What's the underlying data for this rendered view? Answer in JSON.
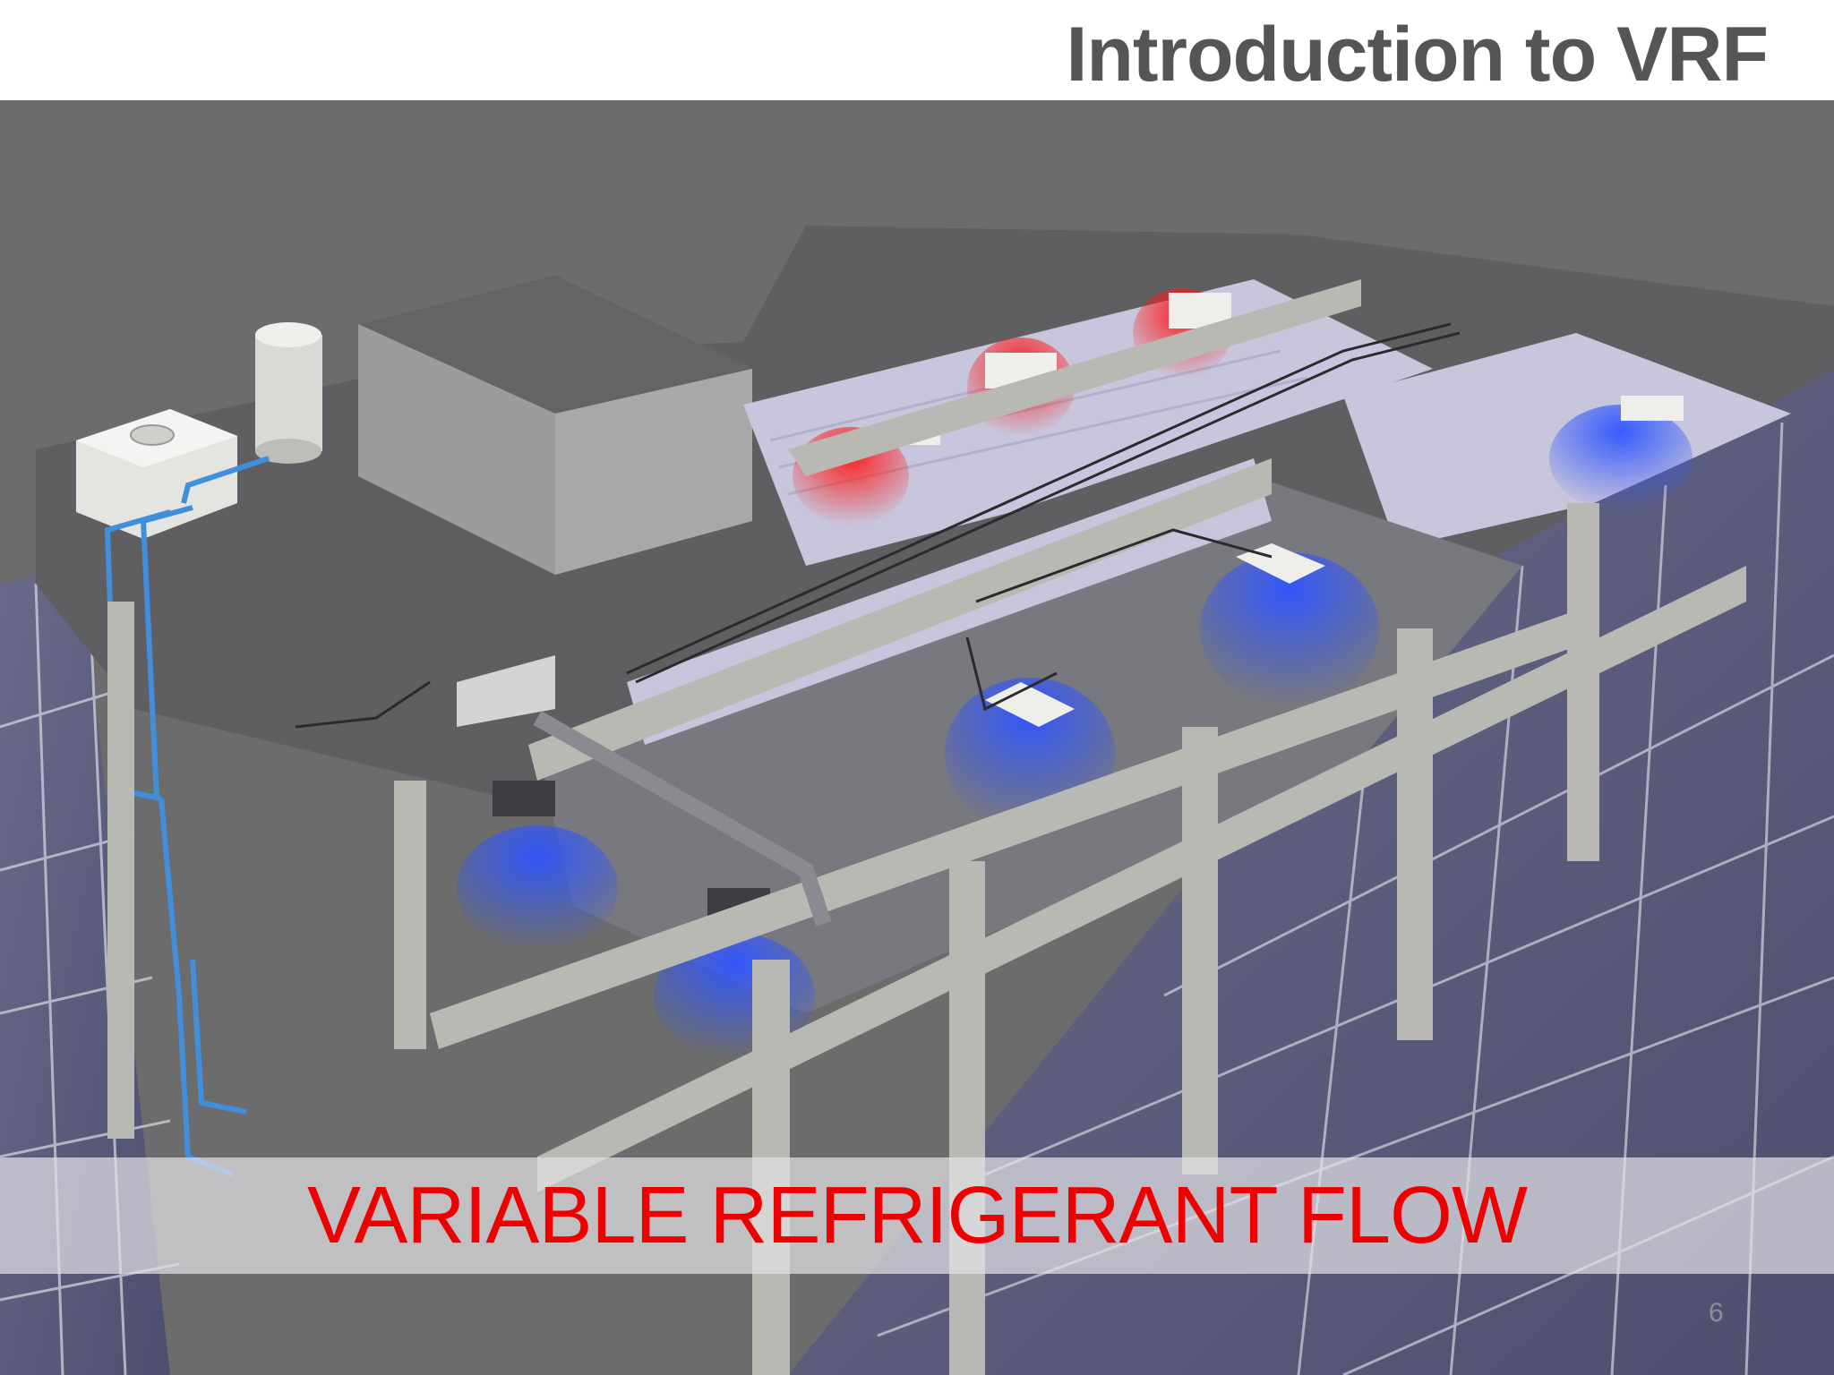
{
  "slide": {
    "title": "Introduction to VRF",
    "caption": "VARIABLE REFRIGERANT FLOW",
    "page_number": "6"
  },
  "illustration": {
    "subject": "building-cutaway",
    "colors": {
      "sky": "#6f6f6f",
      "roof": "#5e5e60",
      "facade": "#5c5c7c",
      "glass_grid": "#c9ccd8",
      "wall": "#c8c6dc",
      "frame": "#b9b9b4",
      "floor": "#76767e",
      "heating_zone": "#ff2222",
      "cooling_zone": "#3b5bff",
      "refrigerant_line": "#3f8fdc",
      "caption": "#ee0000"
    }
  }
}
